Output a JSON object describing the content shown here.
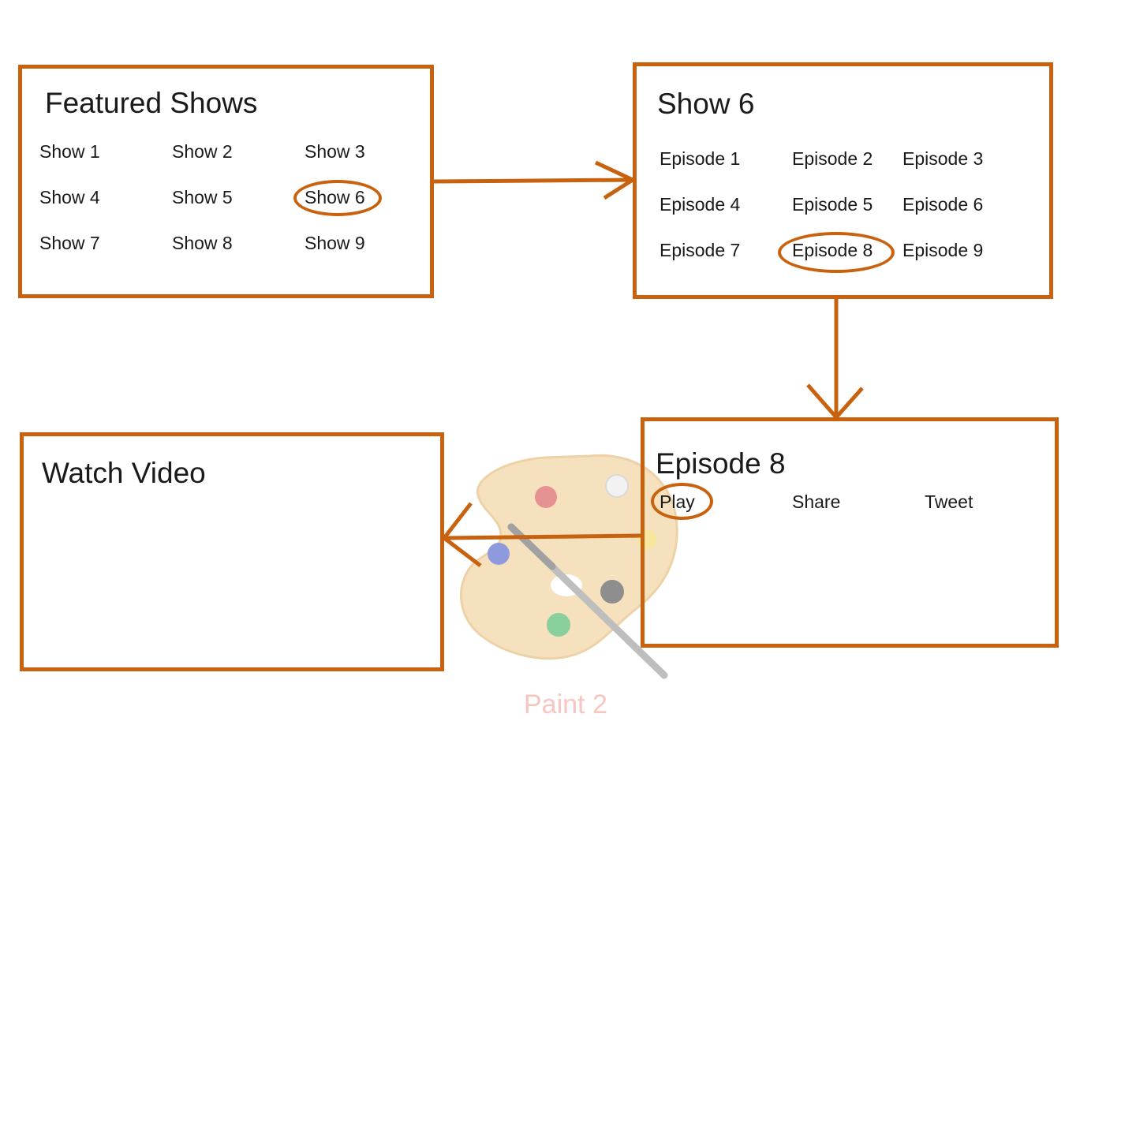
{
  "colors": {
    "accent": "#c8620f",
    "text": "#1a1a1a",
    "watermark_text": "#f7c6c0"
  },
  "featured": {
    "title": "Featured Shows",
    "items": [
      "Show 1",
      "Show 2",
      "Show 3",
      "Show 4",
      "Show 5",
      "Show 6",
      "Show 7",
      "Show 8",
      "Show 9"
    ],
    "selected": "Show 6"
  },
  "show": {
    "title": "Show 6",
    "items": [
      "Episode 1",
      "Episode 2",
      "Episode 3",
      "Episode 4",
      "Episode 5",
      "Episode 6",
      "Episode 7",
      "Episode 8",
      "Episode 9"
    ],
    "selected": "Episode 8"
  },
  "episode": {
    "title": "Episode 8",
    "actions": [
      "Play",
      "Share",
      "Tweet"
    ],
    "selected": "Play"
  },
  "watch": {
    "title": "Watch Video"
  },
  "watermark": {
    "icon": "paint-palette-icon",
    "label": "Paint 2"
  }
}
